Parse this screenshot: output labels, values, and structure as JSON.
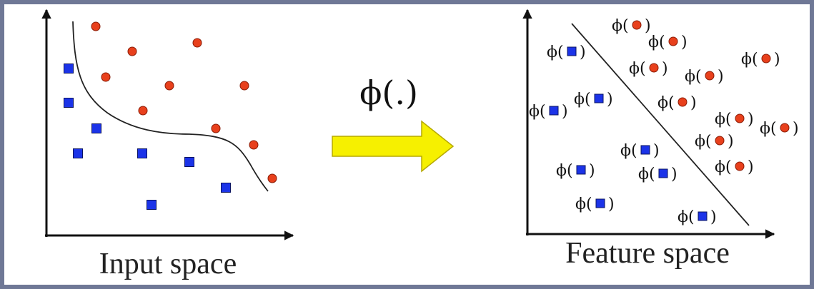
{
  "colors": {
    "background": "#6f7896",
    "panel": "#ffffff",
    "square": "#1b33e8",
    "circle": "#e8401c",
    "arrow_fill": "#f6f000",
    "arrow_stroke": "#b5a800",
    "axis": "#111111"
  },
  "labels": {
    "input_space": "Input space",
    "feature_space": "Feature space",
    "map": "ϕ(.)",
    "phi_prefix": "ϕ(",
    "phi_suffix": ")"
  },
  "icons": {
    "square": "blue-square-point",
    "circle": "red-circle-point",
    "arrow": "yellow-right-arrow"
  }
}
